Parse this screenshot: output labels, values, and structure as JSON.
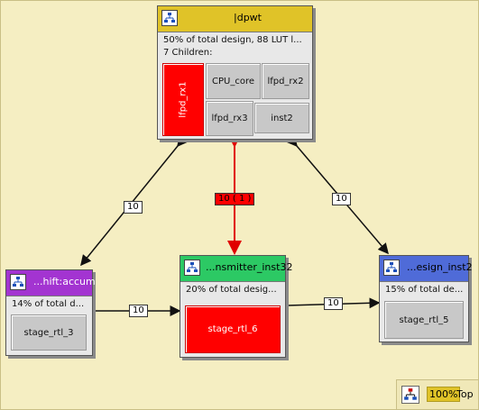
{
  "colors": {
    "top_header": "#e0c328",
    "accum_header": "#a334d1",
    "tx_header": "#2cc964",
    "rx_header": "#4f6bd8",
    "highlight": "#ff0000",
    "background": "#f5eec2"
  },
  "top": {
    "title": "|dpwt",
    "summary": "50% of total design, 88 LUT l...",
    "children_label": "7 Children:",
    "children": [
      "lfpd_rx1",
      "CPU_core",
      "lfpd_rx2",
      "lfpd_rx3",
      "inst2"
    ]
  },
  "accum": {
    "title": "...hift:accum",
    "summary": "14% of total d...",
    "children": [
      "stage_rtl_3"
    ]
  },
  "tx": {
    "title": "...nsmitter_inst32",
    "summary": "20% of total desig...",
    "children": [
      "stage_rtl_6"
    ]
  },
  "rx": {
    "title": "...esign_inst2",
    "summary": "15% of total de...",
    "children": [
      "stage_rtl_5"
    ]
  },
  "edges": {
    "top_accum": "10",
    "top_tx": "10 ( 1 )",
    "top_rx": "10",
    "accum_tx": "10",
    "tx_rx": "10"
  },
  "zoom": {
    "icon": "hierarchy-icon",
    "percent": "100%",
    "label": "Top"
  }
}
